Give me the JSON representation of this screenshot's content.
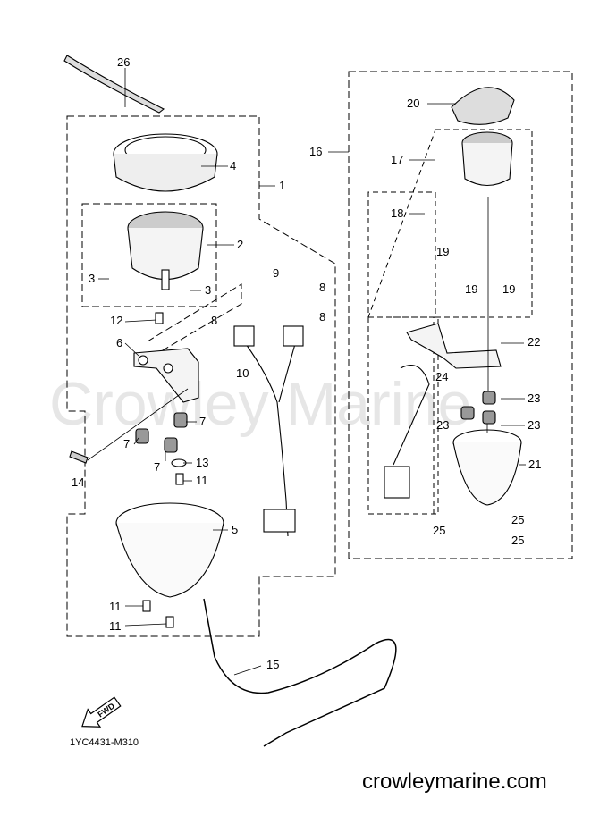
{
  "watermark": "Crowley Marine",
  "site": "crowleymarine.com",
  "diagram_code": "1YC4431-M310",
  "fwd_label": "FWD",
  "callouts": [
    "26",
    "4",
    "1",
    "2",
    "3",
    "3",
    "12",
    "6",
    "7",
    "7",
    "7",
    "13",
    "14",
    "11",
    "5",
    "11",
    "11",
    "9",
    "8",
    "8",
    "8",
    "10",
    "15",
    "20",
    "16",
    "17",
    "18",
    "19",
    "19",
    "19",
    "22",
    "24",
    "23",
    "23",
    "23",
    "21",
    "25",
    "25",
    "25"
  ]
}
